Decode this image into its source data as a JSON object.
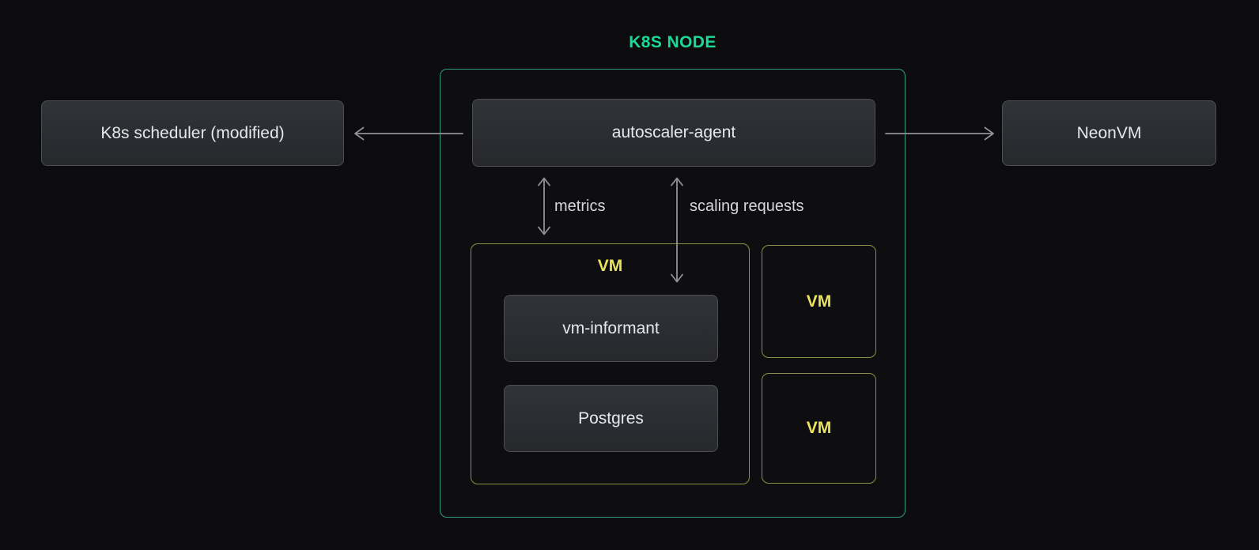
{
  "diagram": {
    "title": "K8S NODE",
    "nodes": {
      "scheduler": "K8s scheduler (modified)",
      "autoscaler": "autoscaler-agent",
      "neonvm": "NeonVM",
      "vm_main_label": "VM",
      "vm_informant": "vm-informant",
      "postgres": "Postgres",
      "vm_small_top_label": "VM",
      "vm_small_bottom_label": "VM"
    },
    "edges": {
      "metrics_label": "metrics",
      "scaling_label": "scaling requests"
    },
    "colors": {
      "background": "#0c0c0e",
      "title_green": "#1bd996",
      "container_border_green": "#2f9e78",
      "vm_border_yellow": "#8e8e4a",
      "vm_text_yellow": "#e9e45c",
      "arrow_gray": "#8f9296",
      "node_fill_top": "#303338",
      "node_fill_bottom": "#26282c",
      "node_border": "#4b4e53",
      "node_text": "#e6e8eb"
    }
  }
}
